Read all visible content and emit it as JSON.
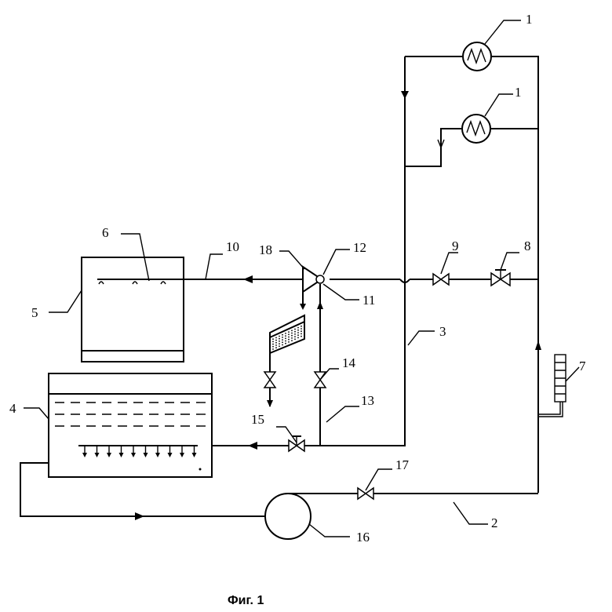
{
  "labels": {
    "l1a": "1",
    "l1b": "1",
    "l2": "2",
    "l3": "3",
    "l4": "4",
    "l5": "5",
    "l6": "6",
    "l7": "7",
    "l8": "8",
    "l9": "9",
    "l10": "10",
    "l11": "11",
    "l12": "12",
    "l13": "13",
    "l14": "14",
    "l15": "15",
    "l16": "16",
    "l17": "17",
    "l18": "18"
  },
  "caption": "Фиг. 1"
}
